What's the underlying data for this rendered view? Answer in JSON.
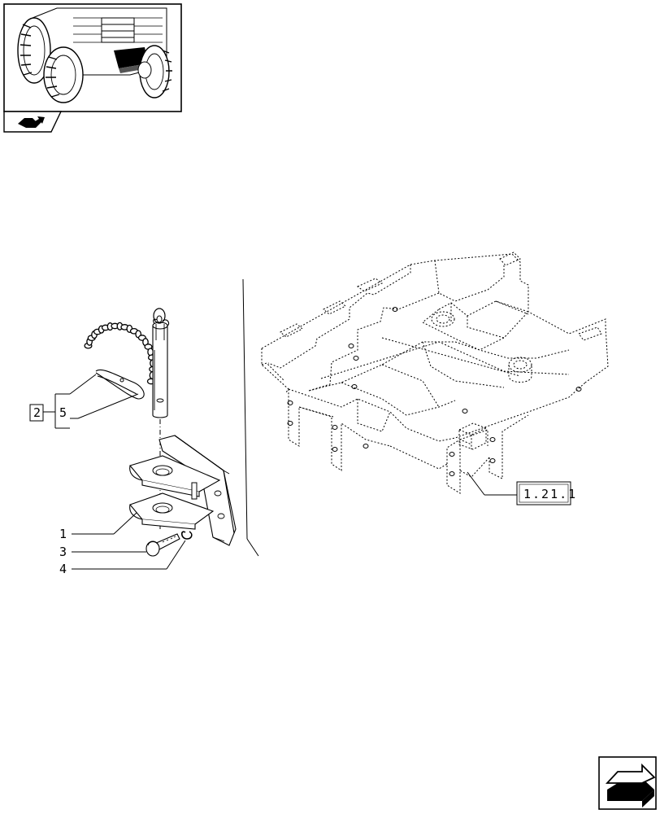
{
  "thumbnail": {
    "icon": "tractor-thumbnail"
  },
  "nav_icon": "book-arrow-icon",
  "callouts": {
    "c1": "1",
    "c2": "2",
    "c3": "3",
    "c4": "4",
    "c5": "5"
  },
  "reference": {
    "label": "1.21.1"
  },
  "corner_button": {
    "icon": "next-page-arrow-icon"
  }
}
